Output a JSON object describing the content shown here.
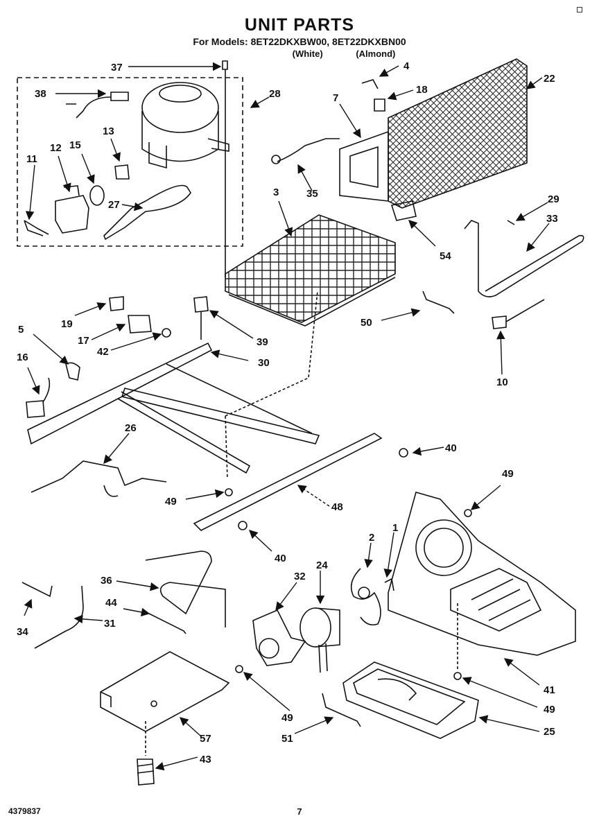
{
  "header": {
    "title": "UNIT PARTS",
    "models_line": "For Models: 8ET22DKXBW00, 8ET22DKXBN00",
    "variant_white": "(White)",
    "variant_almond": "(Almond)"
  },
  "callouts": [
    "37",
    "38",
    "28",
    "13",
    "12",
    "15",
    "11",
    "27",
    "4",
    "7",
    "18",
    "22",
    "35",
    "3",
    "29",
    "33",
    "54",
    "50",
    "10",
    "19",
    "17",
    "42",
    "39",
    "5",
    "30",
    "16",
    "26",
    "40",
    "49",
    "48",
    "40",
    "49",
    "2",
    "1",
    "32",
    "24",
    "36",
    "44",
    "34",
    "31",
    "41",
    "49",
    "51",
    "25",
    "57",
    "43",
    "49"
  ],
  "footer": {
    "doc_number": "4379837",
    "page_number": "7"
  }
}
